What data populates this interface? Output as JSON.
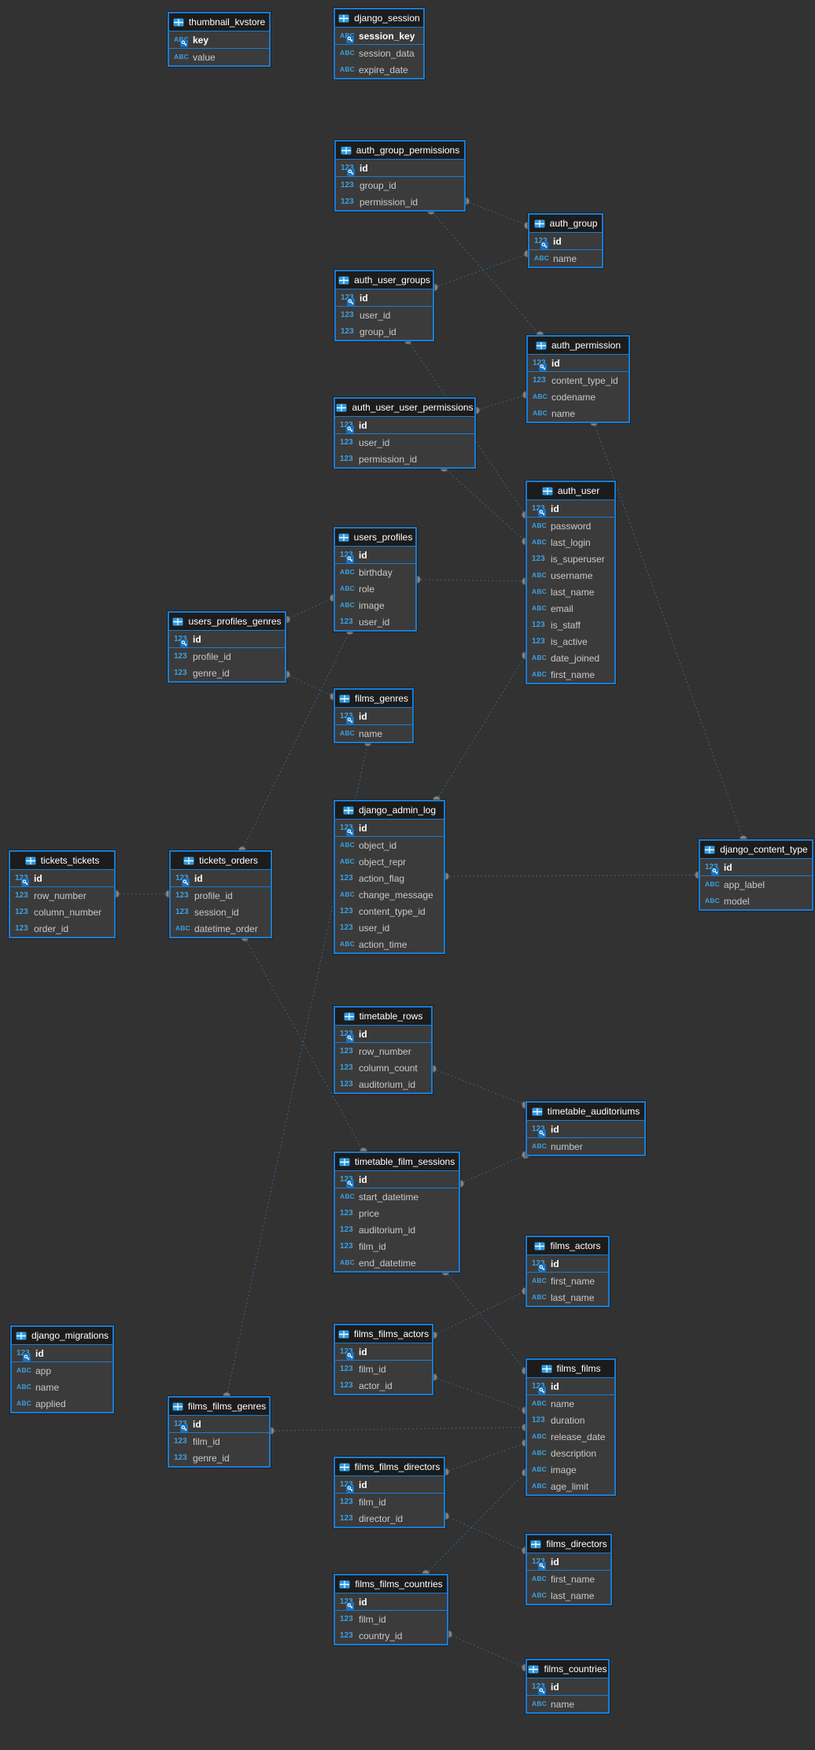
{
  "diagram": {
    "kind": "database-er-diagram",
    "theme": {
      "background": "#323232",
      "table_border": "#1a7cd2",
      "table_header_bg": "#1c1c1c",
      "table_body_bg": "#3b3b3b",
      "title_color": "#ffffff",
      "column_color": "#c9c9c9",
      "type_icon_color": "#3d9fe0",
      "edge_color": "#2f6b9d",
      "endpoint_color": "#848484"
    },
    "icons": {
      "table": "table-icon",
      "numeric": "123",
      "text": "ABC",
      "primary_key": "key-icon"
    },
    "tables": [
      {
        "name": "thumbnail_kvstore",
        "pk": [
          {
            "name": "key",
            "type": "text"
          }
        ],
        "columns": [
          {
            "name": "value",
            "type": "text"
          }
        ]
      },
      {
        "name": "django_session",
        "pk": [
          {
            "name": "session_key",
            "type": "text"
          }
        ],
        "columns": [
          {
            "name": "session_data",
            "type": "text"
          },
          {
            "name": "expire_date",
            "type": "text"
          }
        ]
      },
      {
        "name": "auth_group_permissions",
        "pk": [
          {
            "name": "id",
            "type": "numeric"
          }
        ],
        "columns": [
          {
            "name": "group_id",
            "type": "numeric"
          },
          {
            "name": "permission_id",
            "type": "numeric"
          }
        ]
      },
      {
        "name": "auth_group",
        "pk": [
          {
            "name": "id",
            "type": "numeric"
          }
        ],
        "columns": [
          {
            "name": "name",
            "type": "text"
          }
        ]
      },
      {
        "name": "auth_user_groups",
        "pk": [
          {
            "name": "id",
            "type": "numeric"
          }
        ],
        "columns": [
          {
            "name": "user_id",
            "type": "numeric"
          },
          {
            "name": "group_id",
            "type": "numeric"
          }
        ]
      },
      {
        "name": "auth_permission",
        "pk": [
          {
            "name": "id",
            "type": "numeric"
          }
        ],
        "columns": [
          {
            "name": "content_type_id",
            "type": "numeric"
          },
          {
            "name": "codename",
            "type": "text"
          },
          {
            "name": "name",
            "type": "text"
          }
        ]
      },
      {
        "name": "auth_user_user_permissions",
        "pk": [
          {
            "name": "id",
            "type": "numeric"
          }
        ],
        "columns": [
          {
            "name": "user_id",
            "type": "numeric"
          },
          {
            "name": "permission_id",
            "type": "numeric"
          }
        ]
      },
      {
        "name": "auth_user",
        "pk": [
          {
            "name": "id",
            "type": "numeric"
          }
        ],
        "columns": [
          {
            "name": "password",
            "type": "text"
          },
          {
            "name": "last_login",
            "type": "text"
          },
          {
            "name": "is_superuser",
            "type": "numeric"
          },
          {
            "name": "username",
            "type": "text"
          },
          {
            "name": "last_name",
            "type": "text"
          },
          {
            "name": "email",
            "type": "text"
          },
          {
            "name": "is_staff",
            "type": "numeric"
          },
          {
            "name": "is_active",
            "type": "numeric"
          },
          {
            "name": "date_joined",
            "type": "text"
          },
          {
            "name": "first_name",
            "type": "text"
          }
        ]
      },
      {
        "name": "users_profiles",
        "pk": [
          {
            "name": "id",
            "type": "numeric"
          }
        ],
        "columns": [
          {
            "name": "birthday",
            "type": "text"
          },
          {
            "name": "role",
            "type": "text"
          },
          {
            "name": "image",
            "type": "text"
          },
          {
            "name": "user_id",
            "type": "numeric"
          }
        ]
      },
      {
        "name": "users_profiles_genres",
        "pk": [
          {
            "name": "id",
            "type": "numeric"
          }
        ],
        "columns": [
          {
            "name": "profile_id",
            "type": "numeric"
          },
          {
            "name": "genre_id",
            "type": "numeric"
          }
        ]
      },
      {
        "name": "films_genres",
        "pk": [
          {
            "name": "id",
            "type": "numeric"
          }
        ],
        "columns": [
          {
            "name": "name",
            "type": "text"
          }
        ]
      },
      {
        "name": "django_admin_log",
        "pk": [
          {
            "name": "id",
            "type": "numeric"
          }
        ],
        "columns": [
          {
            "name": "object_id",
            "type": "text"
          },
          {
            "name": "object_repr",
            "type": "text"
          },
          {
            "name": "action_flag",
            "type": "numeric"
          },
          {
            "name": "change_message",
            "type": "text"
          },
          {
            "name": "content_type_id",
            "type": "numeric"
          },
          {
            "name": "user_id",
            "type": "numeric"
          },
          {
            "name": "action_time",
            "type": "text"
          }
        ]
      },
      {
        "name": "tickets_tickets",
        "pk": [
          {
            "name": "id",
            "type": "numeric"
          }
        ],
        "columns": [
          {
            "name": "row_number",
            "type": "numeric"
          },
          {
            "name": "column_number",
            "type": "numeric"
          },
          {
            "name": "order_id",
            "type": "numeric"
          }
        ]
      },
      {
        "name": "tickets_orders",
        "pk": [
          {
            "name": "id",
            "type": "numeric"
          }
        ],
        "columns": [
          {
            "name": "profile_id",
            "type": "numeric"
          },
          {
            "name": "session_id",
            "type": "numeric"
          },
          {
            "name": "datetime_order",
            "type": "text"
          }
        ]
      },
      {
        "name": "django_content_type",
        "pk": [
          {
            "name": "id",
            "type": "numeric"
          }
        ],
        "columns": [
          {
            "name": "app_label",
            "type": "text"
          },
          {
            "name": "model",
            "type": "text"
          }
        ]
      },
      {
        "name": "timetable_rows",
        "pk": [
          {
            "name": "id",
            "type": "numeric"
          }
        ],
        "columns": [
          {
            "name": "row_number",
            "type": "numeric"
          },
          {
            "name": "column_count",
            "type": "numeric"
          },
          {
            "name": "auditorium_id",
            "type": "numeric"
          }
        ]
      },
      {
        "name": "timetable_auditoriums",
        "pk": [
          {
            "name": "id",
            "type": "numeric"
          }
        ],
        "columns": [
          {
            "name": "number",
            "type": "text"
          }
        ]
      },
      {
        "name": "timetable_film_sessions",
        "pk": [
          {
            "name": "id",
            "type": "numeric"
          }
        ],
        "columns": [
          {
            "name": "start_datetime",
            "type": "text"
          },
          {
            "name": "price",
            "type": "numeric"
          },
          {
            "name": "auditorium_id",
            "type": "numeric"
          },
          {
            "name": "film_id",
            "type": "numeric"
          },
          {
            "name": "end_datetime",
            "type": "text"
          }
        ]
      },
      {
        "name": "films_actors",
        "pk": [
          {
            "name": "id",
            "type": "numeric"
          }
        ],
        "columns": [
          {
            "name": "first_name",
            "type": "text"
          },
          {
            "name": "last_name",
            "type": "text"
          }
        ]
      },
      {
        "name": "films_films_actors",
        "pk": [
          {
            "name": "id",
            "type": "numeric"
          }
        ],
        "columns": [
          {
            "name": "film_id",
            "type": "numeric"
          },
          {
            "name": "actor_id",
            "type": "numeric"
          }
        ]
      },
      {
        "name": "films_films",
        "pk": [
          {
            "name": "id",
            "type": "numeric"
          }
        ],
        "columns": [
          {
            "name": "name",
            "type": "text"
          },
          {
            "name": "duration",
            "type": "numeric"
          },
          {
            "name": "release_date",
            "type": "text"
          },
          {
            "name": "description",
            "type": "text"
          },
          {
            "name": "image",
            "type": "text"
          },
          {
            "name": "age_limit",
            "type": "text"
          }
        ]
      },
      {
        "name": "django_migrations",
        "pk": [
          {
            "name": "id",
            "type": "numeric"
          }
        ],
        "columns": [
          {
            "name": "app",
            "type": "text"
          },
          {
            "name": "name",
            "type": "text"
          },
          {
            "name": "applied",
            "type": "text"
          }
        ]
      },
      {
        "name": "films_films_genres",
        "pk": [
          {
            "name": "id",
            "type": "numeric"
          }
        ],
        "columns": [
          {
            "name": "film_id",
            "type": "numeric"
          },
          {
            "name": "genre_id",
            "type": "numeric"
          }
        ]
      },
      {
        "name": "films_films_directors",
        "pk": [
          {
            "name": "id",
            "type": "numeric"
          }
        ],
        "columns": [
          {
            "name": "film_id",
            "type": "numeric"
          },
          {
            "name": "director_id",
            "type": "numeric"
          }
        ]
      },
      {
        "name": "films_directors",
        "pk": [
          {
            "name": "id",
            "type": "numeric"
          }
        ],
        "columns": [
          {
            "name": "first_name",
            "type": "text"
          },
          {
            "name": "last_name",
            "type": "text"
          }
        ]
      },
      {
        "name": "films_films_countries",
        "pk": [
          {
            "name": "id",
            "type": "numeric"
          }
        ],
        "columns": [
          {
            "name": "film_id",
            "type": "numeric"
          },
          {
            "name": "country_id",
            "type": "numeric"
          }
        ]
      },
      {
        "name": "films_countries",
        "pk": [
          {
            "name": "id",
            "type": "numeric"
          }
        ],
        "columns": [
          {
            "name": "name",
            "type": "text"
          }
        ]
      }
    ],
    "relationships": [
      {
        "from": "auth_group_permissions",
        "to": "auth_group"
      },
      {
        "from": "auth_group_permissions",
        "to": "auth_permission"
      },
      {
        "from": "auth_user_groups",
        "to": "auth_group"
      },
      {
        "from": "auth_user_groups",
        "to": "auth_user"
      },
      {
        "from": "auth_permission",
        "to": "django_content_type"
      },
      {
        "from": "auth_user_user_permissions",
        "to": "auth_permission"
      },
      {
        "from": "auth_user_user_permissions",
        "to": "auth_user"
      },
      {
        "from": "users_profiles",
        "to": "auth_user"
      },
      {
        "from": "users_profiles_genres",
        "to": "users_profiles"
      },
      {
        "from": "users_profiles_genres",
        "to": "films_genres"
      },
      {
        "from": "django_admin_log",
        "to": "auth_user"
      },
      {
        "from": "django_admin_log",
        "to": "django_content_type"
      },
      {
        "from": "tickets_tickets",
        "to": "tickets_orders"
      },
      {
        "from": "tickets_orders",
        "to": "users_profiles"
      },
      {
        "from": "tickets_orders",
        "to": "timetable_film_sessions"
      },
      {
        "from": "timetable_rows",
        "to": "timetable_auditoriums"
      },
      {
        "from": "timetable_film_sessions",
        "to": "timetable_auditoriums"
      },
      {
        "from": "timetable_film_sessions",
        "to": "films_films"
      },
      {
        "from": "films_films_actors",
        "to": "films_actors"
      },
      {
        "from": "films_films_actors",
        "to": "films_films"
      },
      {
        "from": "films_films_genres",
        "to": "films_films"
      },
      {
        "from": "films_films_genres",
        "to": "films_genres"
      },
      {
        "from": "films_films_directors",
        "to": "films_films"
      },
      {
        "from": "films_films_directors",
        "to": "films_directors"
      },
      {
        "from": "films_films_countries",
        "to": "films_films"
      },
      {
        "from": "films_films_countries",
        "to": "films_countries"
      }
    ]
  }
}
